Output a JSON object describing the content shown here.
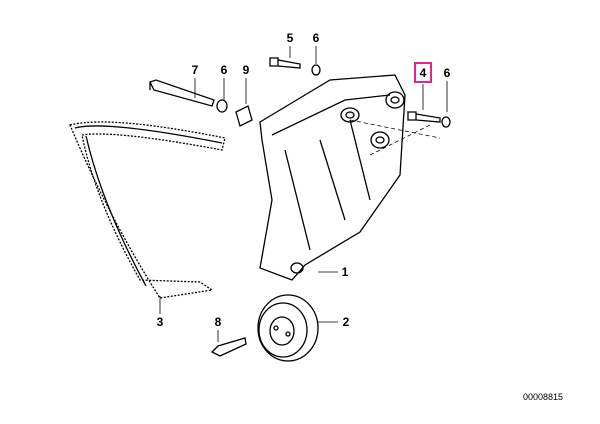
{
  "diagram": {
    "part_labels": [
      "5",
      "6",
      "7",
      "6",
      "9",
      "4",
      "6",
      "1",
      "3",
      "8",
      "2"
    ],
    "highlighted_part": "4",
    "highlight_color": "#e0258c",
    "drawing_number": "00008815"
  }
}
